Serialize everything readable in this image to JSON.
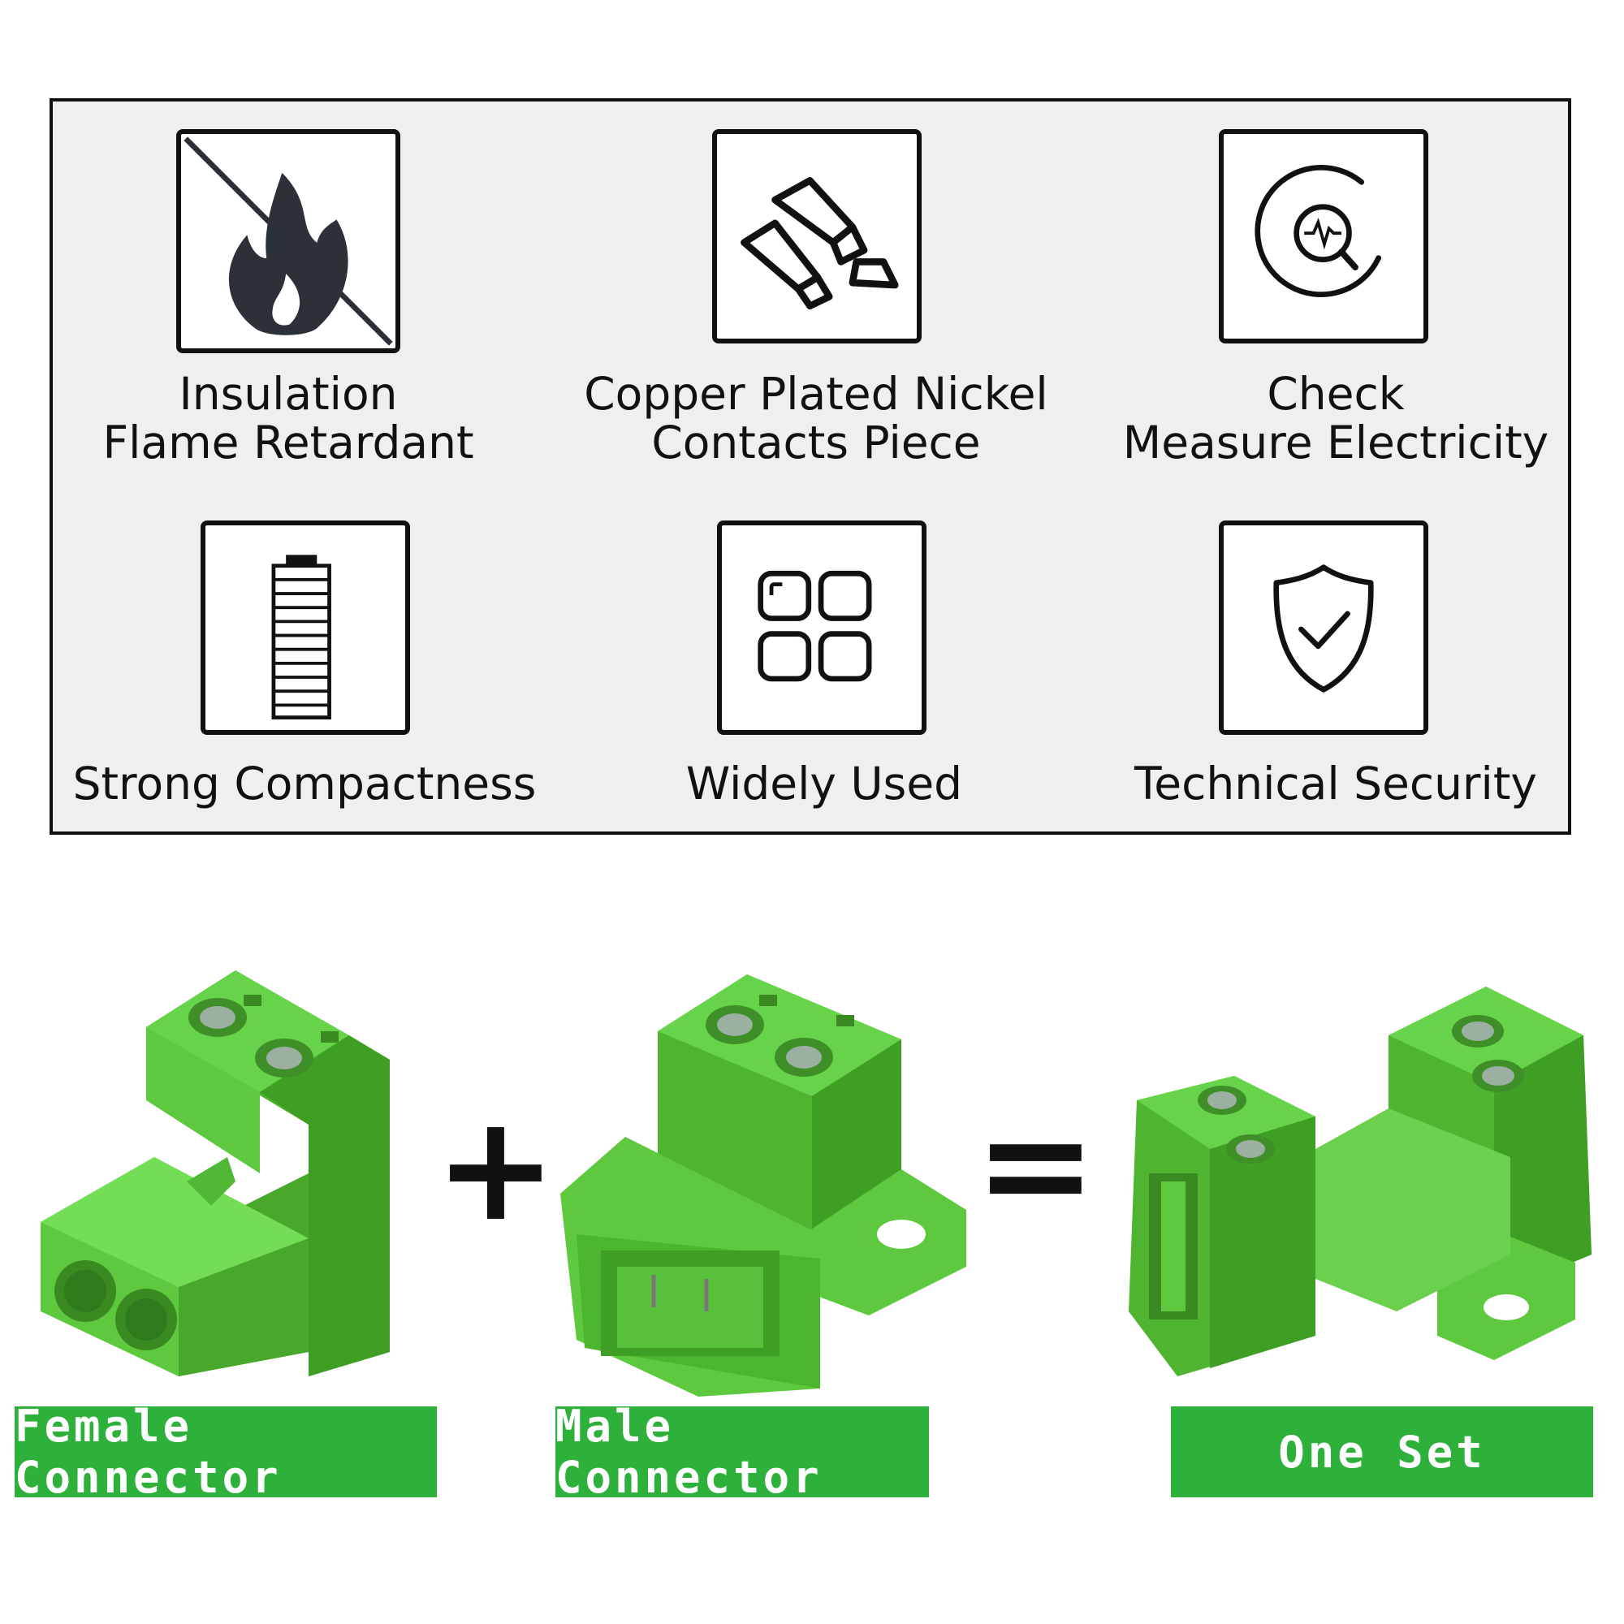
{
  "features": [
    {
      "icon": "no-fire-icon",
      "lines": [
        "Insulation",
        "Flame Retardant"
      ]
    },
    {
      "icon": "copper-bars-icon",
      "lines": [
        "Copper Plated Nickel",
        "Contacts Piece"
      ]
    },
    {
      "icon": "measure-magnifier-icon",
      "lines": [
        "Check",
        "Measure Electricity"
      ]
    },
    {
      "icon": "battery-icon",
      "lines": [
        "Strong Compactness"
      ]
    },
    {
      "icon": "apps-grid-icon",
      "lines": [
        "Widely Used"
      ]
    },
    {
      "icon": "shield-check-icon",
      "lines": [
        "Technical Security"
      ]
    }
  ],
  "products": {
    "female_label": "Female Connector",
    "male_label": "Male Connector",
    "set_label": "One Set",
    "plus": "+",
    "equals": "="
  },
  "colors": {
    "panel_bg": "#efefef",
    "connector_green": "#5ec93e",
    "tag_green": "#2db13b"
  }
}
